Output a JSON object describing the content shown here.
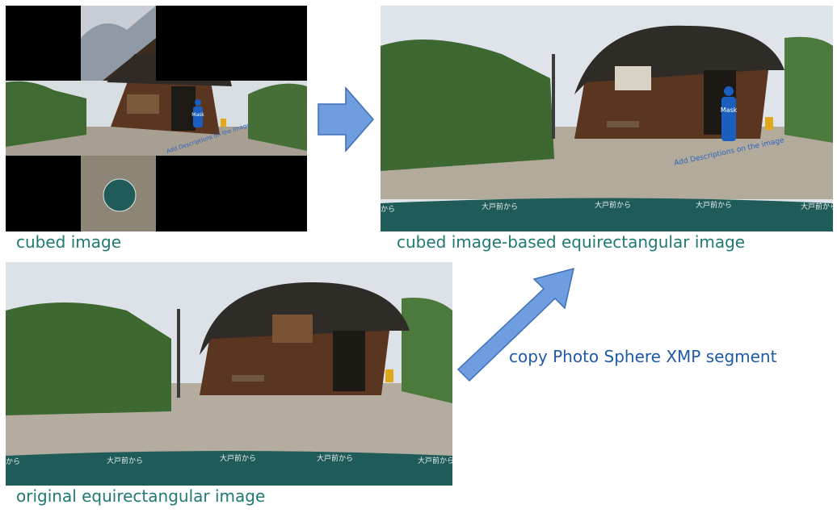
{
  "captions": {
    "cubed": "cubed image",
    "cubed_equirect": "cubed image-based equirectangular image",
    "original": "original equirectangular image",
    "copy_step": "copy Photo Sphere XMP segment"
  },
  "image_text": {
    "mask": "Mask",
    "descriptions": "Add Descriptions on the image",
    "band_label": "大戸前から",
    "band_label_short": "から"
  },
  "colors": {
    "caption": "#1e7a72",
    "copy_step": "#1f5aa6",
    "arrow_fill": "#6f9ee0",
    "arrow_stroke": "#3f6fb5",
    "band": "#1f5b58",
    "mask": "#1a5fbf"
  }
}
